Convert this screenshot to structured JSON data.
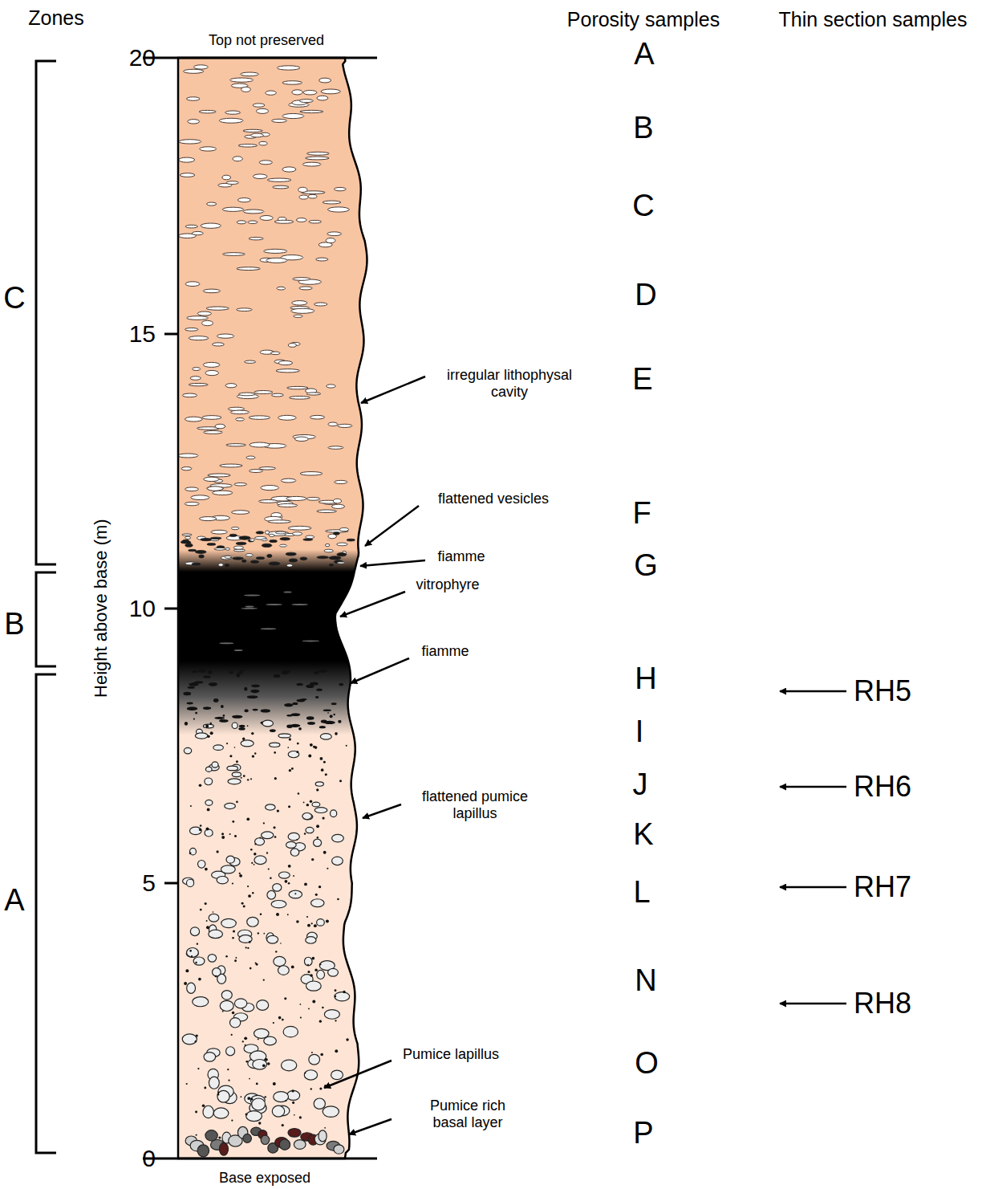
{
  "diagram": {
    "labels": [
      "Zones",
      "Porosity samples",
      "Thin section samples",
      "Top not preserved",
      "20",
      "15",
      "10",
      "5",
      "0",
      "Height above base (m)",
      "C",
      "B",
      "A",
      "A",
      "B",
      "C",
      "D",
      "E",
      "F",
      "G",
      "H",
      "I",
      "J",
      "K",
      "L",
      "N",
      "O",
      "P",
      "RH5",
      "RH6",
      "RH7",
      "RH8",
      "irregular lithophysal cavity",
      "flattened vesicles",
      "fiamme",
      "vitrophyre",
      "fiamme",
      "flattened pumice lapillus",
      "Pumice lapillus",
      "Pumice rich basal layer",
      "Base exposed"
    ]
  }
}
